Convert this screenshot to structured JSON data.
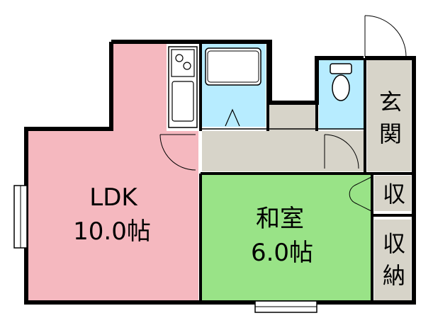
{
  "rooms": {
    "ldk": {
      "name": "LDK",
      "size": "10.0帖"
    },
    "washitsu": {
      "name": "和室",
      "size": "6.0帖"
    },
    "genkan": {
      "line1": "玄",
      "line2": "関"
    },
    "storage_small": {
      "label": "収"
    },
    "storage_closet": {
      "line1": "収",
      "line2": "納"
    }
  },
  "colors": {
    "ldk": "#f5b8bf",
    "washitsu": "#99e387",
    "wet_area": "#b7ecff",
    "hall": "#d7d4c9",
    "wall": "#000000"
  }
}
